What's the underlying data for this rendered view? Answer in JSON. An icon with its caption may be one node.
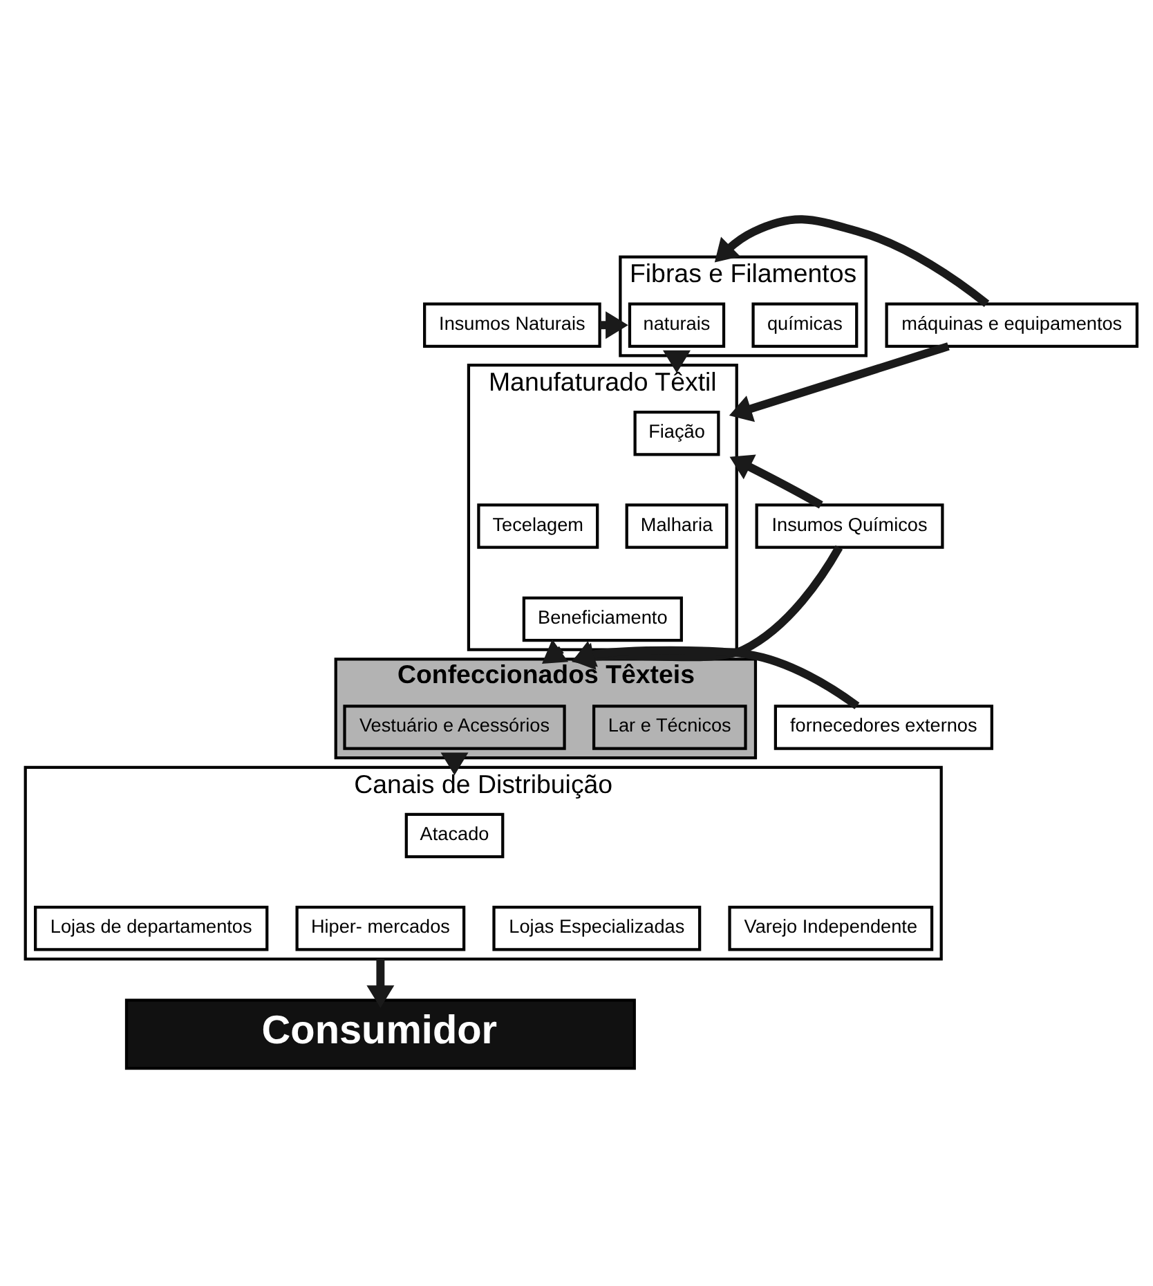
{
  "diagram": {
    "nodes": [
      {
        "text": [
          "Insumos Naturais"
        ]
      },
      {
        "text": [
          "Fibras e Filamentos"
        ]
      },
      {
        "text": [
          "naturais"
        ],
        "in": 1
      },
      {
        "text": [
          "químicas"
        ],
        "in": 1
      },
      {
        "text": [
          "máquinas e equipamentos"
        ]
      },
      {
        "text": [
          "Insumos Químicos"
        ]
      },
      {
        "text": [
          "Manufaturado Têxtil"
        ]
      },
      {
        "text": [
          "Fiação"
        ],
        "in": 6
      },
      {
        "text": [
          "Tecelagem"
        ],
        "in": 6
      },
      {
        "text": [
          "Malharia"
        ],
        "in": 6
      },
      {
        "text": [
          "Beneficiamento"
        ],
        "in": 6
      },
      {
        "text": [
          "Confeccionados Têxteis"
        ]
      },
      {
        "text": [
          "Vestuário e Acessórios"
        ],
        "in": 11
      },
      {
        "text": [
          "Lar e Técnicos"
        ],
        "in": 11
      },
      {
        "text": [
          "fornecedores externos"
        ]
      },
      {
        "text": [
          "Canais de Distribuição"
        ]
      },
      {
        "text": [
          "Atacado"
        ],
        "in": 15
      },
      {
        "text": [
          "Lojas de departamentos"
        ],
        "in": 15
      },
      {
        "text": [
          "Hiper- mercados"
        ],
        "in": 15
      },
      {
        "text": [
          "Lojas Especializadas"
        ],
        "in": 15
      },
      {
        "text": [
          "Varejo Independente"
        ],
        "in": 15
      },
      {
        "text": [
          "Consumidor"
        ]
      }
    ],
    "edges": [
      {
        "from": 0,
        "to": 1,
        "arrow": "to"
      },
      {
        "from": 4,
        "to": 1,
        "arrow": "to"
      },
      {
        "from": 1,
        "to": 6,
        "arrow": "to"
      },
      {
        "from": 5,
        "to": 6,
        "arrow": "to"
      },
      {
        "from": 4,
        "to": 6,
        "arrow": "to"
      },
      {
        "from": 6,
        "to": 11,
        "arrow": "to"
      },
      {
        "from": 5,
        "to": 11,
        "arrow": "to"
      },
      {
        "from": 14,
        "to": 11,
        "arrow": "to"
      },
      {
        "from": 11,
        "to": 15,
        "arrow": "to"
      },
      {
        "from": 15,
        "to": 21,
        "arrow": "to"
      }
    ]
  }
}
